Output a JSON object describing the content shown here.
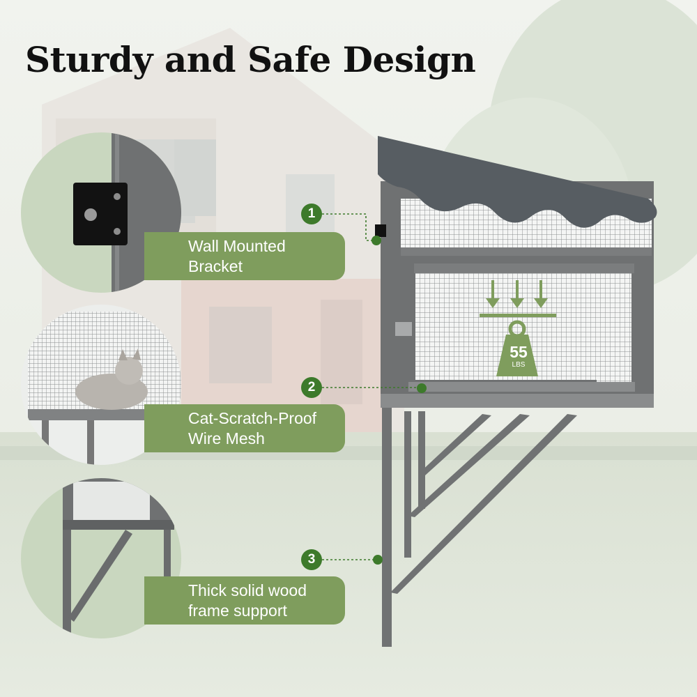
{
  "title": "Sturdy and Safe Design",
  "colors": {
    "accent": "#7f9d5d",
    "badge": "#3d7a2b",
    "frame": "#6b6d6e",
    "canopy": "#575d62"
  },
  "load": {
    "value": "55",
    "unit": "LBS"
  },
  "features": [
    {
      "number": "1",
      "label": "Wall Mounted\nBracket",
      "icon": "wall-bracket"
    },
    {
      "number": "2",
      "label": "Cat-Scratch-Proof\nWire Mesh",
      "icon": "wire-mesh"
    },
    {
      "number": "3",
      "label": "Thick solid wood\nframe support",
      "icon": "wood-frame"
    }
  ]
}
